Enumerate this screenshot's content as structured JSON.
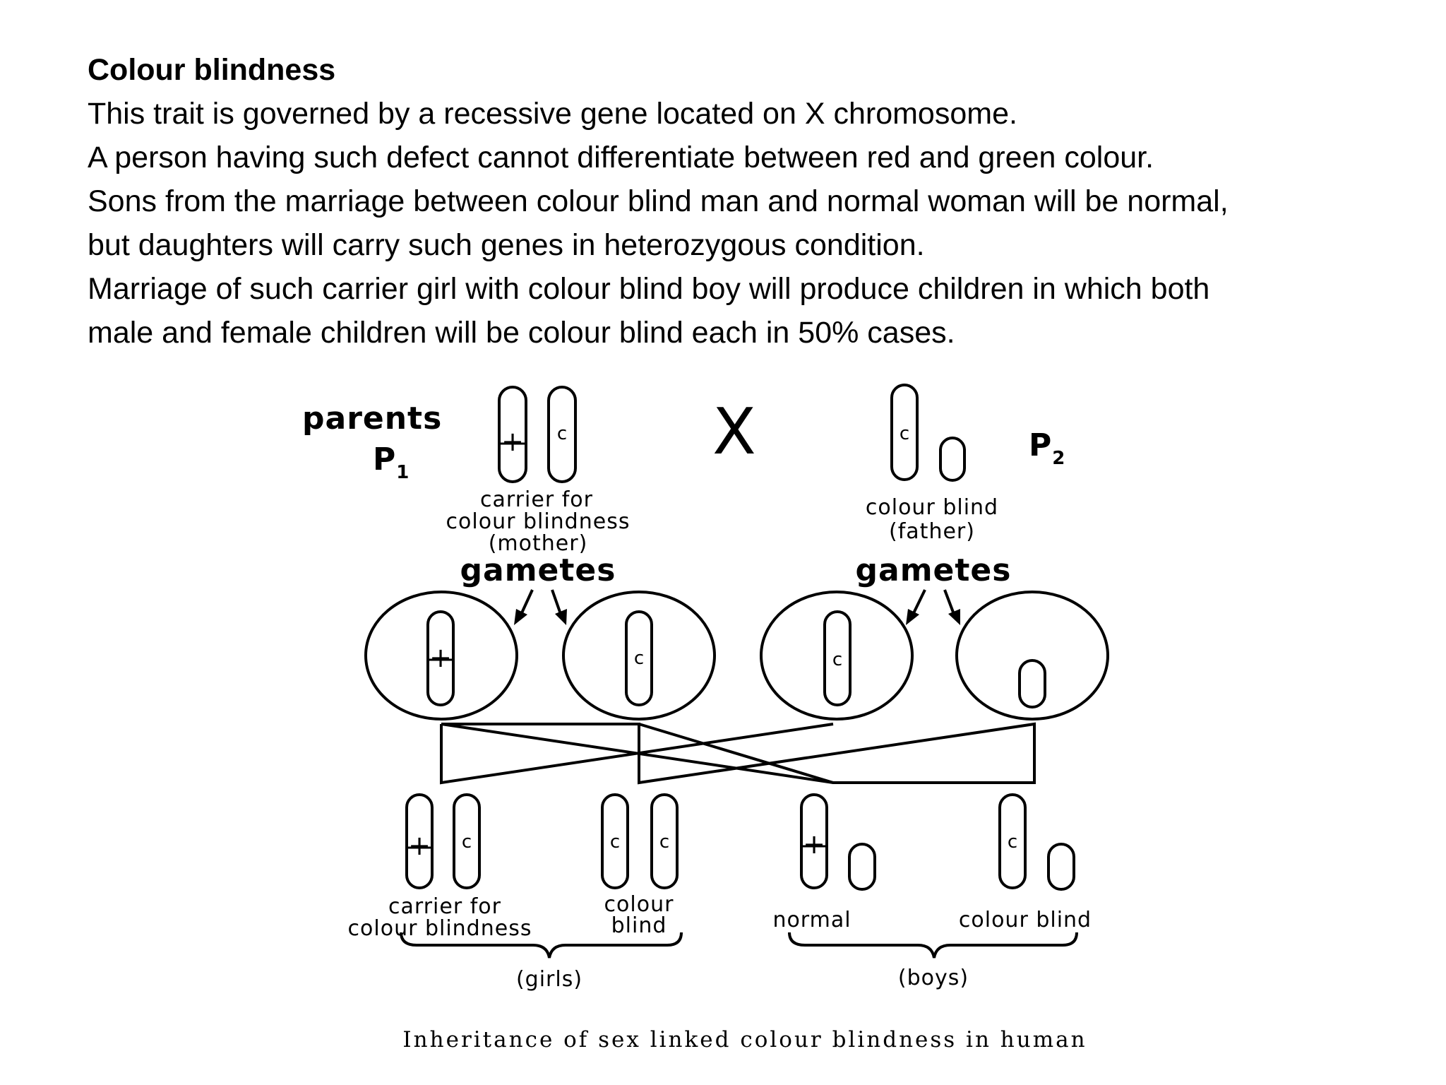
{
  "text": {
    "title": "Colour blindness",
    "lines": [
      "This trait is governed by a recessive gene located on X chromosome.",
      "A person having such defect cannot differentiate between red and green colour.",
      "Sons from the marriage between colour blind man and normal woman will be normal,",
      "but daughters will carry such genes in heterozygous condition.",
      "Marriage of such carrier girl with colour blind boy will produce children in which both",
      "male and female children will be colour blind each in 50% cases."
    ]
  },
  "diagram": {
    "parents_label": "parents",
    "p1_label": "P",
    "p1_sub": "1",
    "p2_label": "P",
    "p2_sub": "2",
    "cross_symbol": "X",
    "mother_lines": [
      "carrier for",
      "colour blindness",
      "(mother)"
    ],
    "father_lines": [
      "colour blind",
      "(father)"
    ],
    "gametes_label": "gametes",
    "normal_allele": "+",
    "recessive_allele": "c",
    "offspring": [
      {
        "lines": [
          "carrier for",
          "colour blindness"
        ]
      },
      {
        "lines": [
          "colour",
          "blind"
        ]
      },
      {
        "lines": [
          "normal"
        ]
      },
      {
        "lines": [
          "colour blind"
        ]
      }
    ],
    "girls_label": "(girls)",
    "boys_label": "(boys)",
    "caption": "Inheritance of sex linked colour blindness in human"
  }
}
